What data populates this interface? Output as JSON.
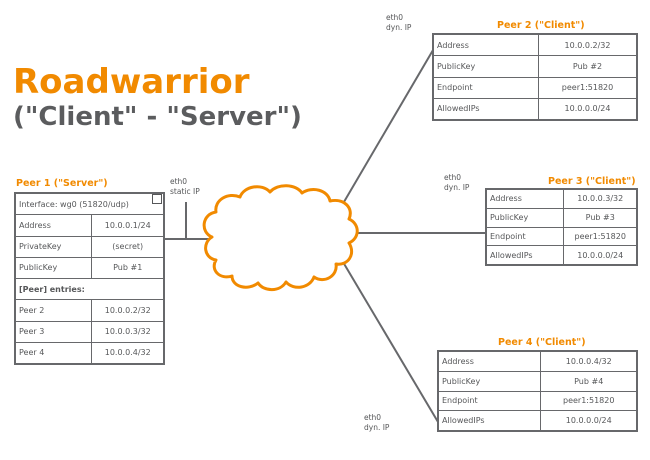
{
  "colors": {
    "orange": "#F18A00",
    "gray_text": "#565759",
    "gray_line": "#67686B"
  },
  "title": "Roadwarrior",
  "subtitle": "(\"Client\" - \"Server\")",
  "cloud": {
    "name": "internet-cloud"
  },
  "peer1": {
    "header": "Peer 1 (\"Server\")",
    "link_label": {
      "line1": "eth0",
      "line2": "static IP"
    },
    "rows": [
      {
        "full": "Interface: wg0 (51820/udp)"
      },
      {
        "label": "Address",
        "value": "10.0.0.1/24"
      },
      {
        "label": "PrivateKey",
        "value": "(secret)"
      },
      {
        "label": "PublicKey",
        "value": "Pub #1"
      },
      {
        "full": "[Peer] entries:"
      },
      {
        "label": "Peer 2",
        "value": "10.0.0.2/32"
      },
      {
        "label": "Peer 3",
        "value": "10.0.0.3/32"
      },
      {
        "label": "Peer 4",
        "value": "10.0.0.4/32"
      }
    ]
  },
  "peer2": {
    "header": "Peer 2 (\"Client\")",
    "link_label": {
      "line1": "eth0",
      "line2": "dyn. IP"
    },
    "rows": [
      {
        "label": "Address",
        "value": "10.0.0.2/32"
      },
      {
        "label": "PublicKey",
        "value": "Pub #2"
      },
      {
        "label": "Endpoint",
        "value": "peer1:51820"
      },
      {
        "label": "AllowedIPs",
        "value": "10.0.0.0/24"
      }
    ]
  },
  "peer3": {
    "header": "Peer 3 (\"Client\")",
    "link_label": {
      "line1": "eth0",
      "line2": "dyn. IP"
    },
    "rows": [
      {
        "label": "Address",
        "value": "10.0.0.3/32"
      },
      {
        "label": "PublicKey",
        "value": "Pub #3"
      },
      {
        "label": "Endpoint",
        "value": "peer1:51820"
      },
      {
        "label": "AllowedIPs",
        "value": "10.0.0.0/24"
      }
    ]
  },
  "peer4": {
    "header": "Peer 4 (\"Client\")",
    "link_label": {
      "line1": "eth0",
      "line2": "dyn. IP"
    },
    "rows": [
      {
        "label": "Address",
        "value": "10.0.0.4/32"
      },
      {
        "label": "PublicKey",
        "value": "Pub #4"
      },
      {
        "label": "Endpoint",
        "value": "peer1:51820"
      },
      {
        "label": "AllowedIPs",
        "value": "10.0.0.0/24"
      }
    ]
  }
}
